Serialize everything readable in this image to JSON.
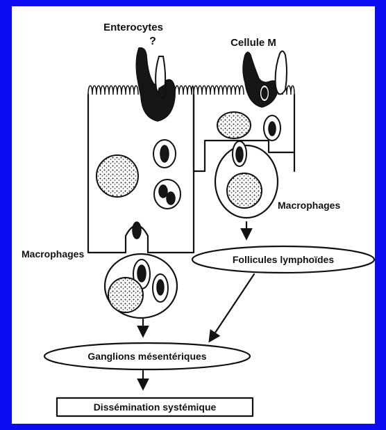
{
  "labels": {
    "enterocytes": "Enterocytes",
    "question_mark": "?",
    "cellule_m": "Cellule M",
    "macrophages_right": "Macrophages",
    "macrophages_left": "Macrophages",
    "follicules": "Follicules lymphoïdes",
    "ganglions": "Ganglions mésentériques",
    "dissemination": "Dissémination systémique"
  },
  "colors": {
    "background": "#0c0cf0",
    "panel": "#ffffff",
    "ink": "#111111"
  }
}
